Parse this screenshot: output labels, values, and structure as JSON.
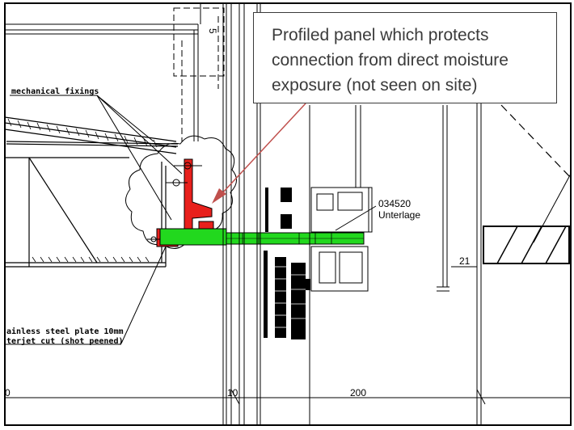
{
  "callout": {
    "lines": [
      "Profiled panel which protects",
      "connection from direct moisture",
      "exposure (not seen on site)"
    ]
  },
  "labels": {
    "mechanical_fixings": "mechanical fixings",
    "part_number": "034520",
    "part_name": "Unterlage",
    "plate_line1": "ainless steel plate 10mm",
    "plate_line2": "terjet cut (shot peened)",
    "dim_21": "21",
    "dim_200": "200",
    "dim_10": "10",
    "dim_0": "0",
    "dim_5": "5"
  },
  "colors": {
    "highlight_red": "#e8201c",
    "highlight_green": "#22d81e",
    "arrow": "#c0504d",
    "callout_border": "#3a3a3a",
    "callout_text": "#3b3b3b"
  }
}
